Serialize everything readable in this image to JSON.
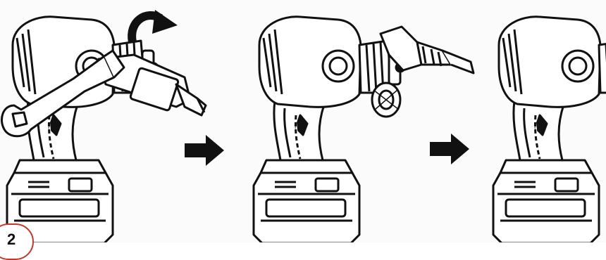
{
  "figure": {
    "step_number": "2",
    "panels": [
      {
        "name": "loosen-adapter",
        "shows": [
          "drill",
          "wrench-icon",
          "rotate-arrow-icon",
          "rivet-head"
        ]
      },
      {
        "name": "remove-adapter",
        "shows": [
          "drill",
          "collar",
          "rivet-head"
        ]
      },
      {
        "name": "drill-ready",
        "shows": [
          "drill"
        ]
      }
    ],
    "arrows": [
      "right-arrow-icon",
      "right-arrow-icon"
    ],
    "colors": {
      "line": "#111111",
      "background": "#fbfbfb",
      "badge_border": "#c0392b"
    }
  }
}
